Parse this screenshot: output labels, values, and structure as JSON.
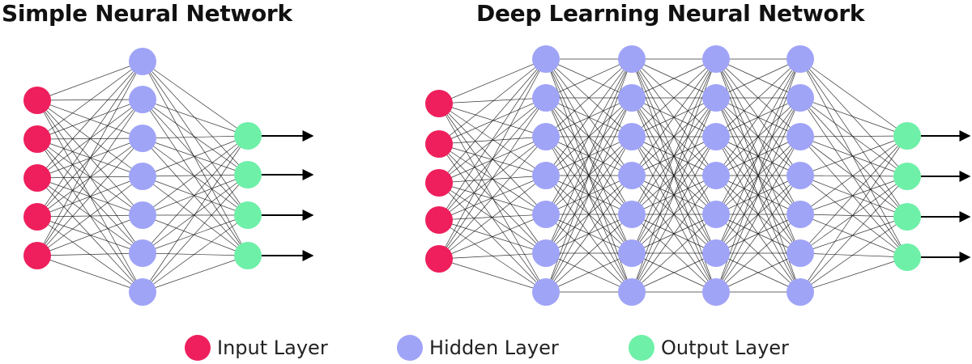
{
  "titles": {
    "simple": "Simple Neural Network",
    "deep": "Deep Learning Neural Network"
  },
  "colors": {
    "input": "#ee1f5c",
    "hidden": "#a0a4f7",
    "output": "#6ef0a8",
    "edge": "#111111",
    "arrow": "#000000"
  },
  "networks": {
    "simple": {
      "layers": [
        {
          "type": "input",
          "count": 5
        },
        {
          "type": "hidden",
          "count": 7
        },
        {
          "type": "output",
          "count": 4
        }
      ]
    },
    "deep": {
      "layers": [
        {
          "type": "input",
          "count": 5
        },
        {
          "type": "hidden",
          "count": 7
        },
        {
          "type": "hidden",
          "count": 7
        },
        {
          "type": "hidden",
          "count": 7
        },
        {
          "type": "hidden",
          "count": 7
        },
        {
          "type": "output",
          "count": 4
        }
      ]
    }
  },
  "legend": [
    {
      "type": "input",
      "label": "Input Layer"
    },
    {
      "type": "hidden",
      "label": "Hidden Layer"
    },
    {
      "type": "output",
      "label": "Output Layer"
    }
  ]
}
